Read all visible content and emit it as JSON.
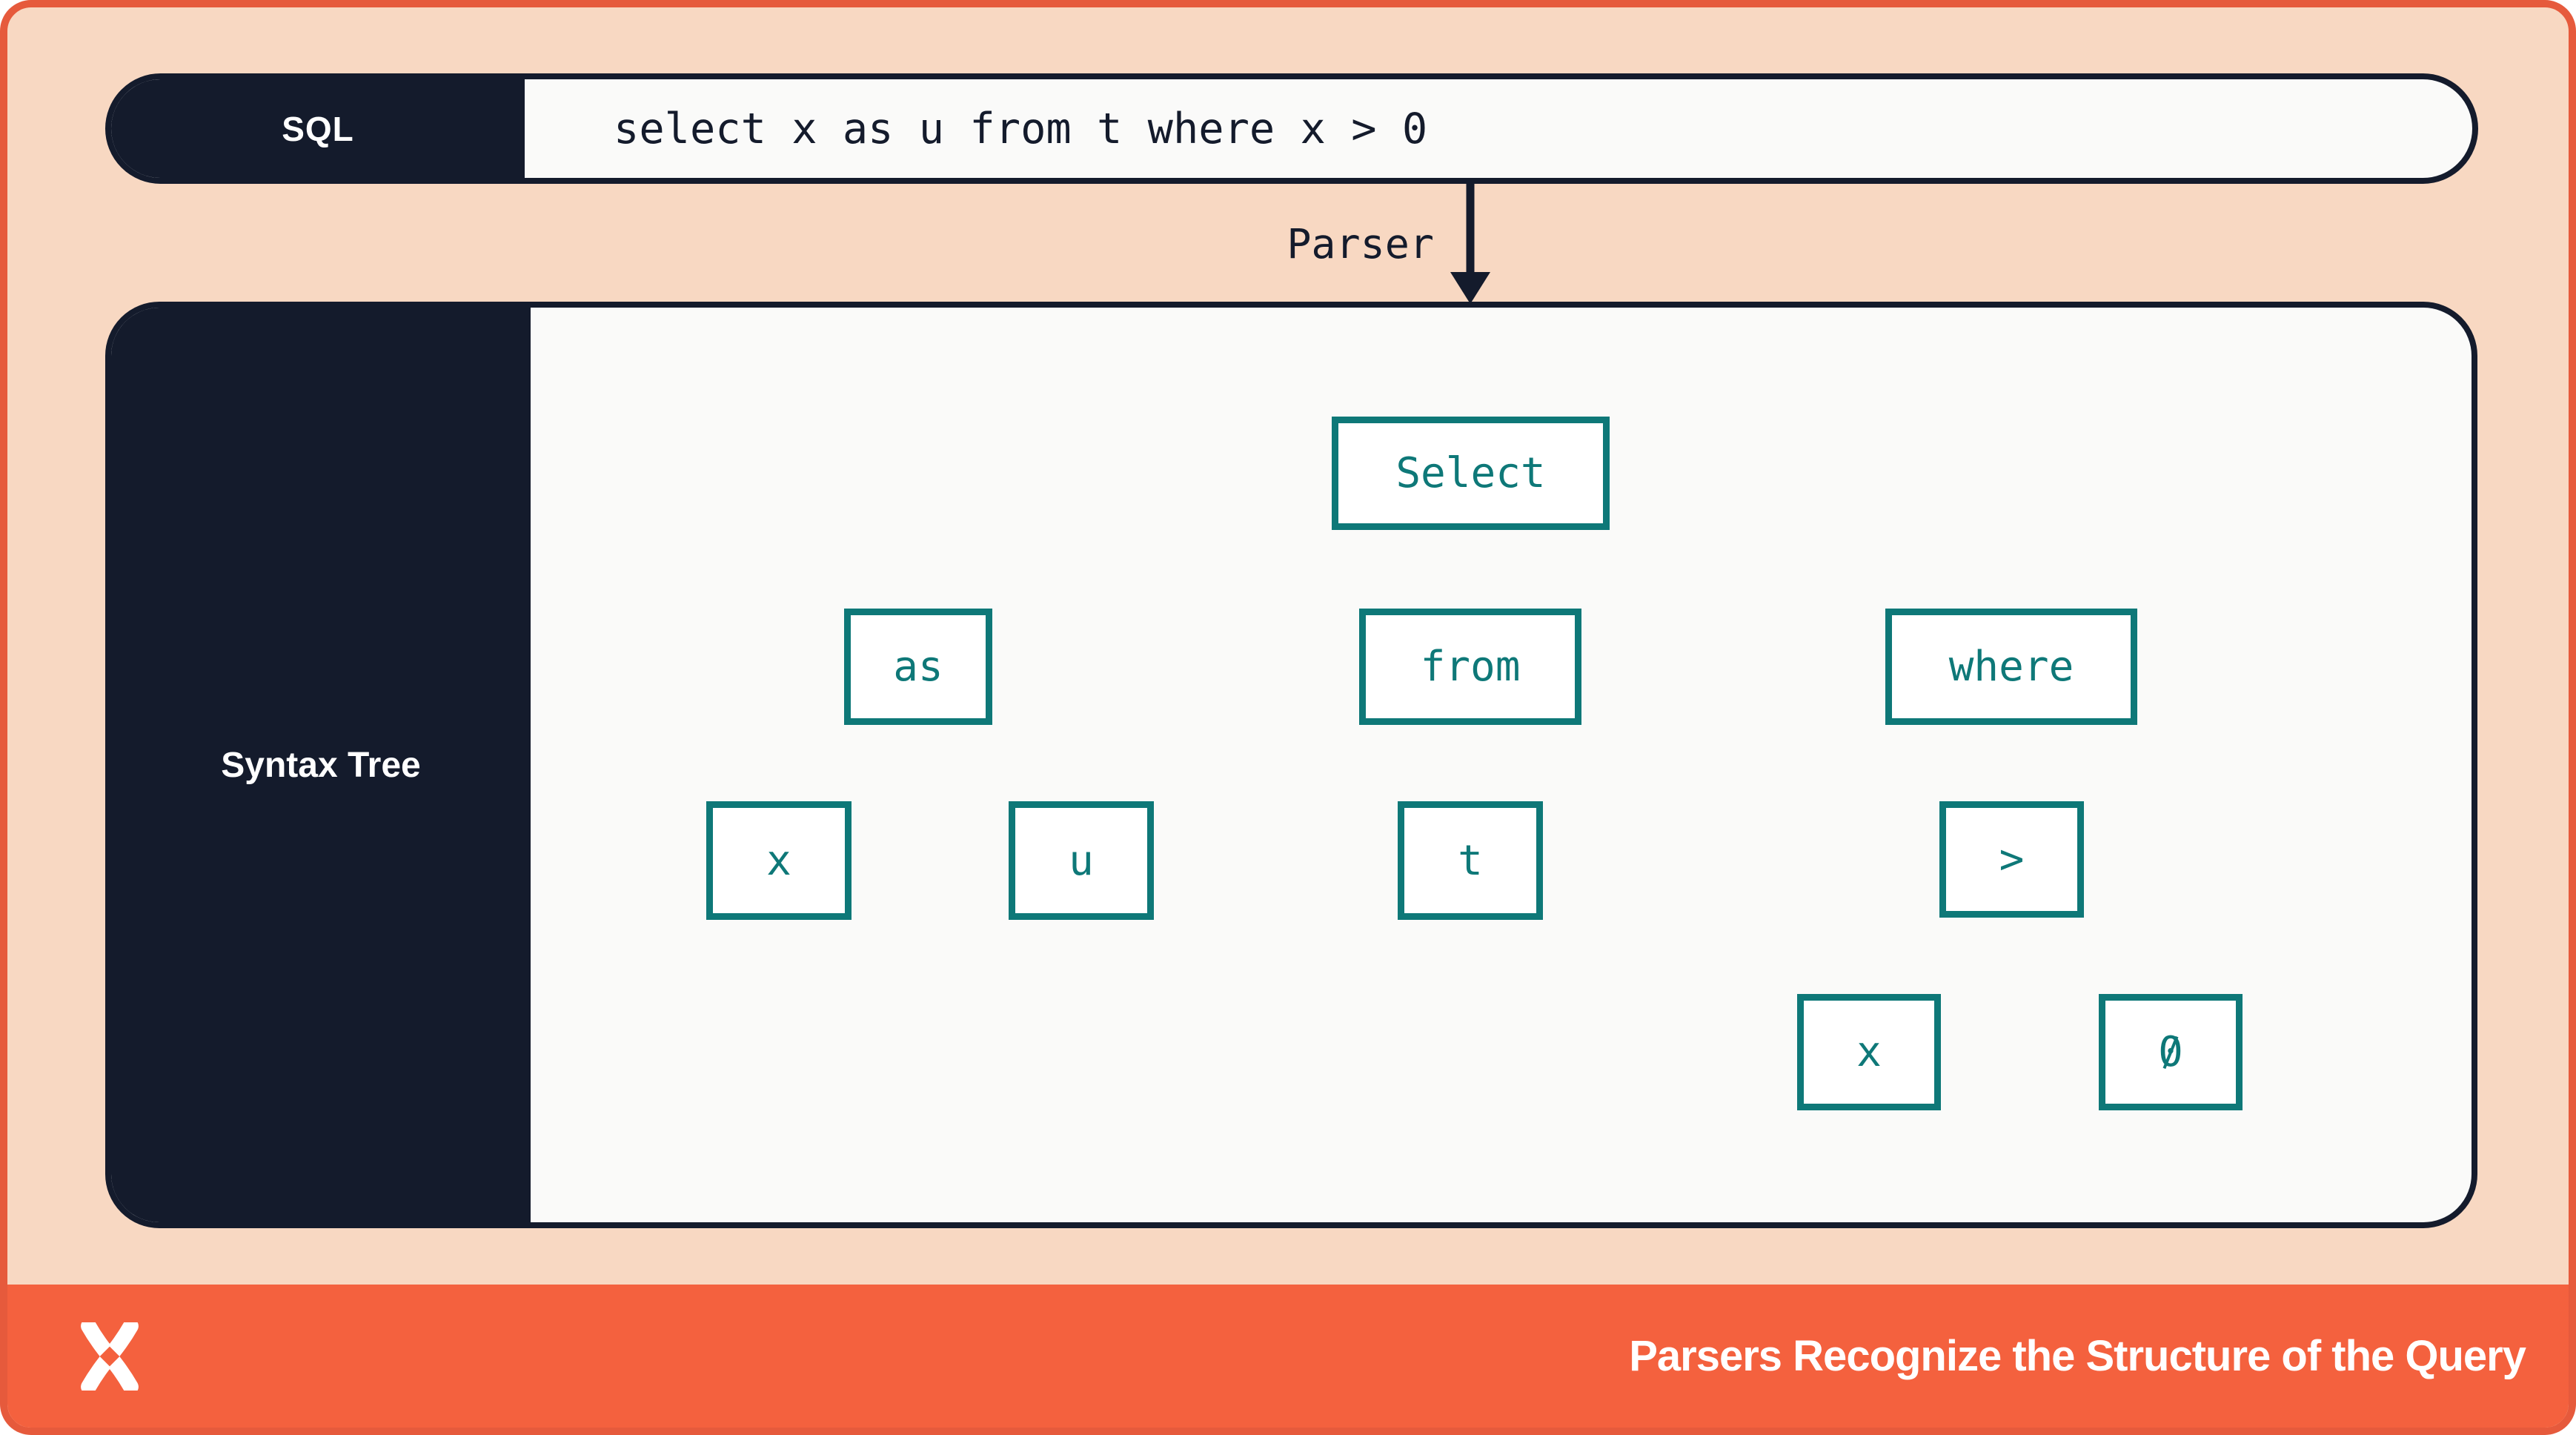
{
  "sql_bar": {
    "label": "SQL",
    "code": "select x as u from t where x > 0"
  },
  "parser": {
    "label": "Parser"
  },
  "tree_panel": {
    "label": "Syntax Tree"
  },
  "syntax_tree": {
    "nodes": {
      "select": "Select",
      "as": "as",
      "from": "from",
      "where": "where",
      "x1": "x",
      "u": "u",
      "t": "t",
      "gt": ">",
      "x2": "x",
      "zero": "0"
    },
    "edges": [
      [
        "Select",
        "as"
      ],
      [
        "Select",
        "from"
      ],
      [
        "Select",
        "where"
      ],
      [
        "as",
        "x"
      ],
      [
        "as",
        "u"
      ],
      [
        "from",
        "t"
      ],
      [
        "where",
        ">"
      ],
      [
        ">",
        "x"
      ],
      [
        ">",
        "0"
      ]
    ]
  },
  "footer": {
    "caption": "Parsers Recognize the Structure of the Query",
    "logo": "x-logo"
  },
  "colors": {
    "navy": "#141B2C",
    "teal": "#0E7878",
    "peach": "#F8D8C2",
    "orange_border": "#E65A3C",
    "orange_band": "#F4613E",
    "offwhite": "#FAFAF9"
  }
}
